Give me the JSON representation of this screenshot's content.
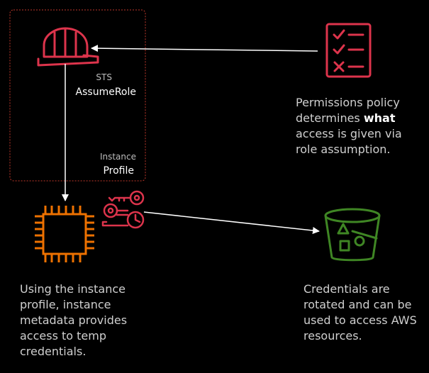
{
  "role_box": {
    "service_label": "STS",
    "action_label": "AssumeRole",
    "profile_small_label": "Instance",
    "profile_label": "Profile"
  },
  "policy_note": {
    "before_bold": "Permissions policy determines",
    "bold": "what",
    "after_bold": "access is given via role assumption."
  },
  "instance_note": {
    "text": "Using the instance profile, instance metadata provides access to temp credentials."
  },
  "bucket_note": {
    "text": "Credentials are rotated and can be used to access AWS resources."
  },
  "colors": {
    "role": "#dd344c",
    "compute": "#ed7100",
    "storage": "#3f8624",
    "box_border": "#c0392b",
    "arrow": "#ffffff"
  },
  "icons": [
    "helmet-icon",
    "checklist-icon",
    "chip-icon",
    "keys-clock-icon",
    "bucket-icon"
  ]
}
